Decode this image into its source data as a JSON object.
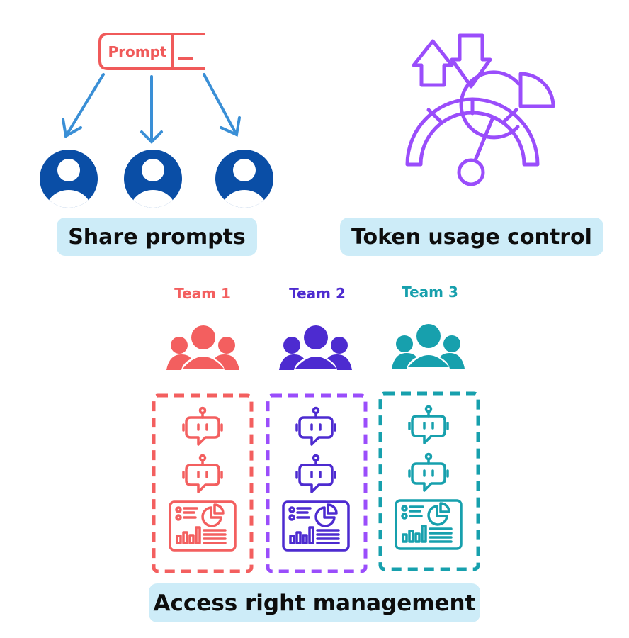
{
  "share_prompts": {
    "prompt_box_label": "Prompt",
    "caption": "Share prompts",
    "colors": {
      "prompt": "#f05a5a",
      "arrows": "#3a8fd6",
      "users": "#0a4ea6"
    },
    "icon": "user-icon"
  },
  "token_usage": {
    "caption": "Token usage control",
    "color": "#9a4dfb",
    "icons": [
      "up-arrow-icon",
      "down-arrow-icon",
      "pie-chart-icon",
      "gauge-icon"
    ]
  },
  "access_rights": {
    "caption": "Access right management",
    "teams": [
      {
        "label": "Team 1",
        "color": "#f35f5f"
      },
      {
        "label": "Team 2",
        "color": "#4d2bd0"
      },
      {
        "label": "Team 3",
        "color": "#17a0ad"
      }
    ],
    "box_colors": [
      "#f35f5f",
      "#9a4dfb",
      "#17a0ad"
    ],
    "items": [
      "chatbot-icon",
      "chatbot-icon",
      "dashboard-icon"
    ]
  }
}
